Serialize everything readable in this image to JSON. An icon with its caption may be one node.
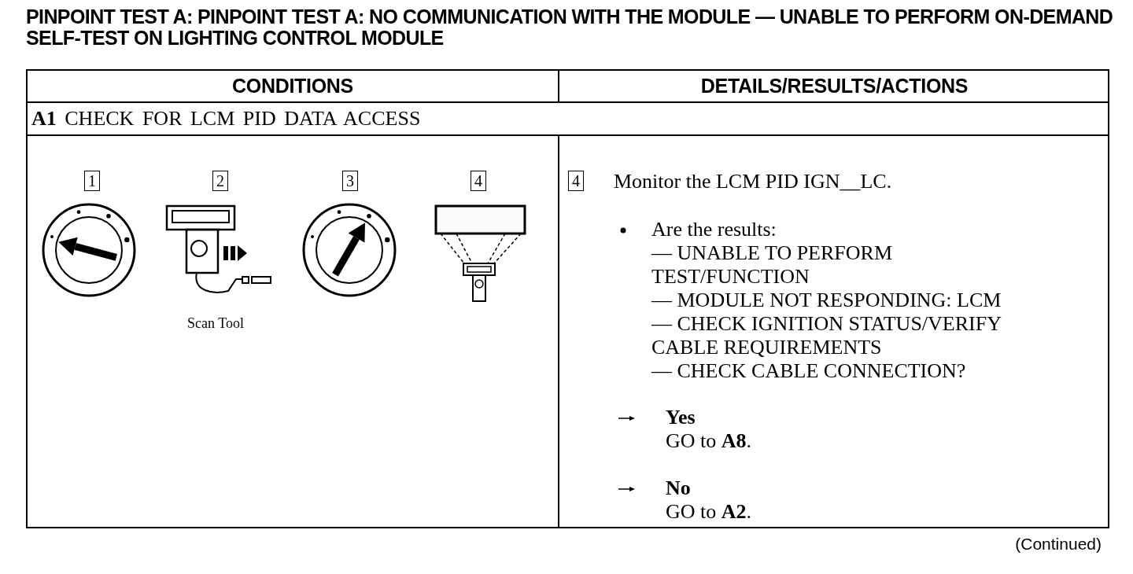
{
  "diagram": {
    "title": "PINPOINT TEST A:  PINPOINT TEST A: NO COMMUNICATION WITH THE MODULE — UNABLE TO PERFORM ON-DEMAND SELF-TEST ON LIGHTING CONTROL MODULE",
    "labels": [
      "CONDITIONS",
      "DETAILS/RESULTS/ACTIONS",
      "**A1** CHECK FOR LCM PID DATA ACCESS",
      "1",
      "2",
      "3",
      "4",
      "Scan Tool",
      "4",
      "Monitor the LCM PID IGN__LC.",
      "Are the results:",
      "— UNABLE TO PERFORM TEST/FUNCTION",
      "— MODULE NOT RESPONDING: LCM",
      "— CHECK IGNITION STATUS/VERIFY CABLE REQUIREMENTS",
      "— CHECK CABLE CONNECTION?",
      "Yes",
      "GO to **A8**.",
      "No",
      "GO to **A2**.",
      "(Continued)"
    ]
  }
}
